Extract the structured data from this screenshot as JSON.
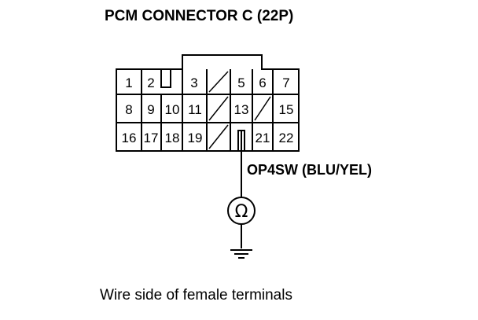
{
  "diagram": {
    "title": "PCM CONNECTOR C (22P)",
    "wire_label": "OP4SW (BLU/YEL)",
    "caption": "Wire side of female terminals",
    "ohm_symbol": "Ω",
    "pins_row1": [
      "1",
      "2",
      "",
      "3",
      "",
      "5",
      "6",
      "7"
    ],
    "pins_row2": [
      "8",
      "9",
      "10",
      "11",
      "",
      "13",
      "",
      "15"
    ],
    "pins_row3": [
      "16",
      "17",
      "18",
      "19",
      "",
      "",
      "21",
      "22"
    ]
  }
}
